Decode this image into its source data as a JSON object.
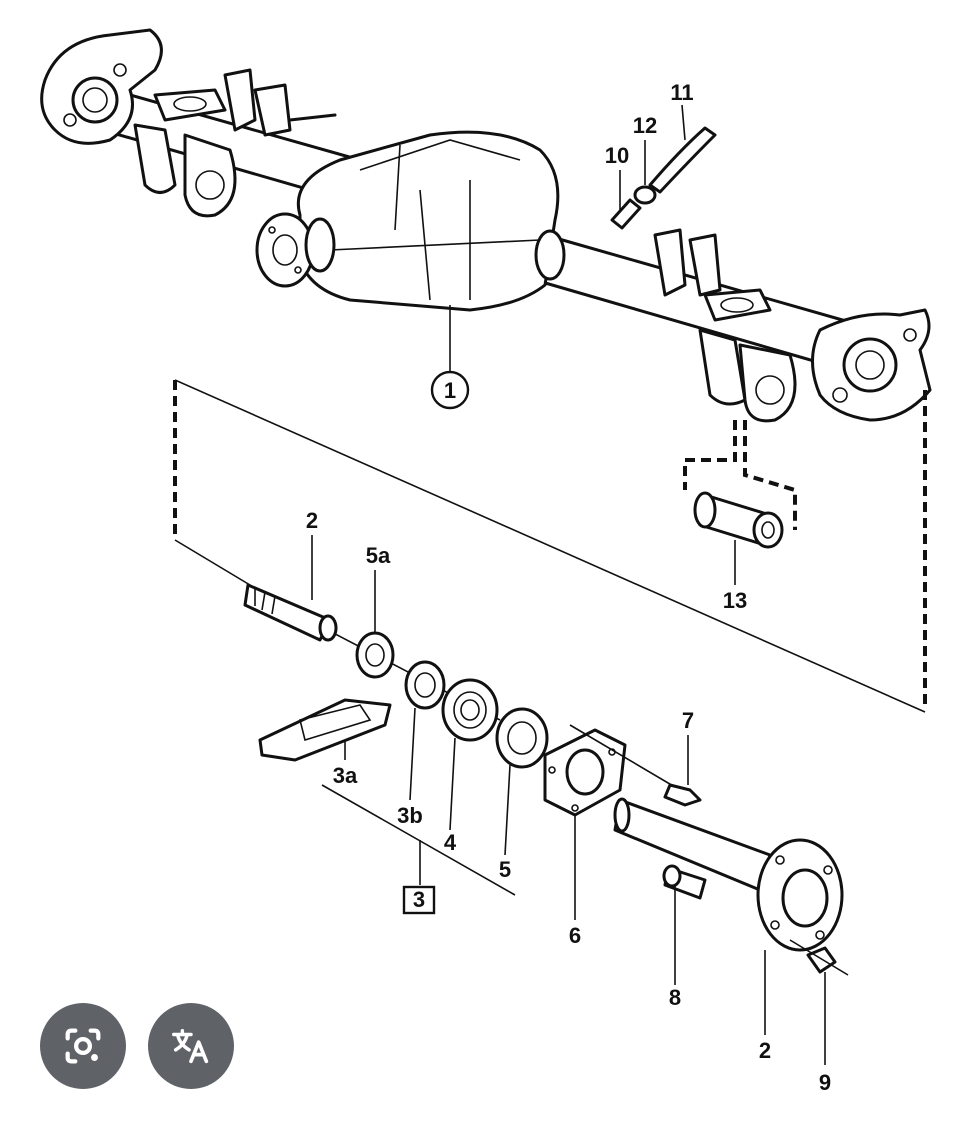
{
  "diagram": {
    "labels": {
      "p1": "1",
      "p2_top": "2",
      "p2_bottom": "2",
      "p3": "3",
      "p3a": "3a",
      "p3b": "3b",
      "p4": "4",
      "p5": "5",
      "p5a": "5a",
      "p6": "6",
      "p7": "7",
      "p8": "8",
      "p9": "9",
      "p10": "10",
      "p11": "11",
      "p12": "12",
      "p13": "13"
    }
  },
  "overlay": {
    "icons": [
      "lens-camera-icon",
      "translate-icon"
    ],
    "background_color": "#5f6368",
    "icon_color": "#ffffff"
  }
}
